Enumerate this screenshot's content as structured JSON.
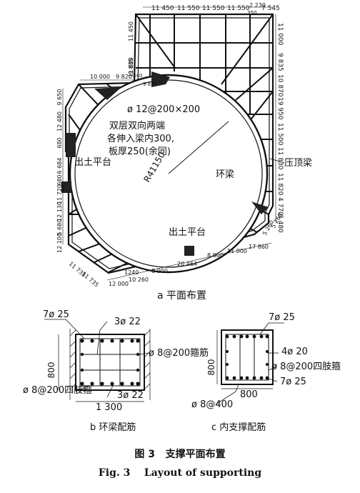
{
  "plan": {
    "dims_top": [
      "11 450",
      "11 550",
      "11 550",
      "11 550",
      "2 230",
      "7 545"
    ],
    "dims_top_small": "350",
    "dims_right": [
      "11 000",
      "9 835",
      "10 870",
      "19 950",
      "11 500",
      "11 830",
      "11 820",
      "4 770",
      "3 480"
    ],
    "dims_left_upper": [
      "10 000",
      "9 820",
      "340"
    ],
    "dims_left_small": "9 835",
    "dims_left": [
      "9 650",
      "12 480",
      "680",
      "6 684",
      "680",
      "11 720",
      "12 130",
      "5 680",
      "12 100"
    ],
    "dims_left_right_col": [
      "11 450",
      "11 000",
      "9 835"
    ],
    "dims_bottom": [
      "11 735",
      "11 735",
      "1240",
      "12 000",
      "10 260",
      "8 000",
      "20 464",
      "8 000",
      "11 000",
      "17 860"
    ],
    "dims_bottom_right": [
      "5 260",
      "5 260"
    ],
    "note_bar": "ø 12@200×200",
    "note_lines": [
      "双层双向两端",
      "各伸入梁内300,",
      "板厚250(余同)"
    ],
    "radius": "R41150",
    "platform_left": "出土平台",
    "platform_bottom": "出土平台",
    "ring_beam": "环梁",
    "cap_beam": "压顶梁",
    "caption": "a 平面布置"
  },
  "sec_b": {
    "top_bar": "7ø 25",
    "mid_bar": "3ø 22",
    "stirrup": "ø 8@200箍筋",
    "height": "800",
    "bottom_stirrup": "ø 8@200四肢箍",
    "bottom_bar": "3ø 22",
    "width": "1 300",
    "caption": "b 环梁配筋"
  },
  "sec_c": {
    "top_bar": "7ø 25",
    "side_bar": "4ø 20",
    "stirrup": "ø 8@200四肢箍",
    "height": "800",
    "bottom_bar": "7ø 25",
    "width": "800",
    "tie": "ø 8@400",
    "caption": "c 内支撑配筋"
  },
  "caption_cn": "图 3   支撑平面布置",
  "caption_en": "Fig. 3    Layout of supporting"
}
